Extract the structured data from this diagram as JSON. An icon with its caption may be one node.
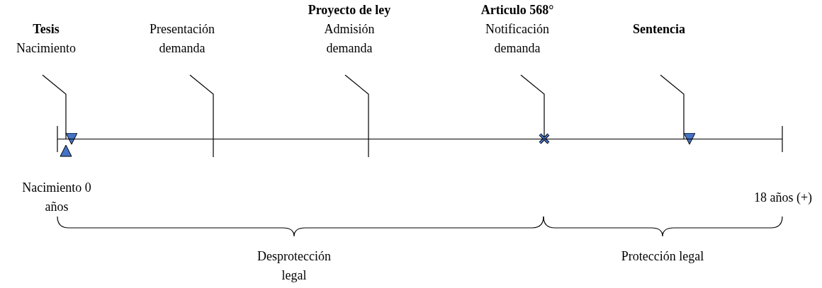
{
  "diagram": {
    "nodes": [
      {
        "text": [
          "Tesis",
          "Nacimiento"
        ]
      },
      {
        "text": [
          "Presentación demanda"
        ]
      },
      {
        "text": [
          "Proyecto de ley",
          "Admisión demanda"
        ]
      },
      {
        "text": [
          "Articulo 568°",
          "Notificación demanda"
        ]
      },
      {
        "text": [
          "Sentencia"
        ]
      },
      {
        "text": [],
        "shape": "bar"
      }
    ],
    "edges": [
      {
        "from": 0,
        "to": 5,
        "arrow": "to"
      },
      {
        "from": 1,
        "to": 5,
        "arrow": "none"
      },
      {
        "from": 2,
        "to": 5,
        "arrow": "none"
      },
      {
        "from": 3,
        "to": 5,
        "arrow": "none"
      },
      {
        "from": 4,
        "to": 5,
        "arrow": "to"
      }
    ],
    "labels": [
      "Nacimiento 0 años",
      "18 años (+)",
      "Desprotección legal",
      "Protección legal"
    ]
  }
}
